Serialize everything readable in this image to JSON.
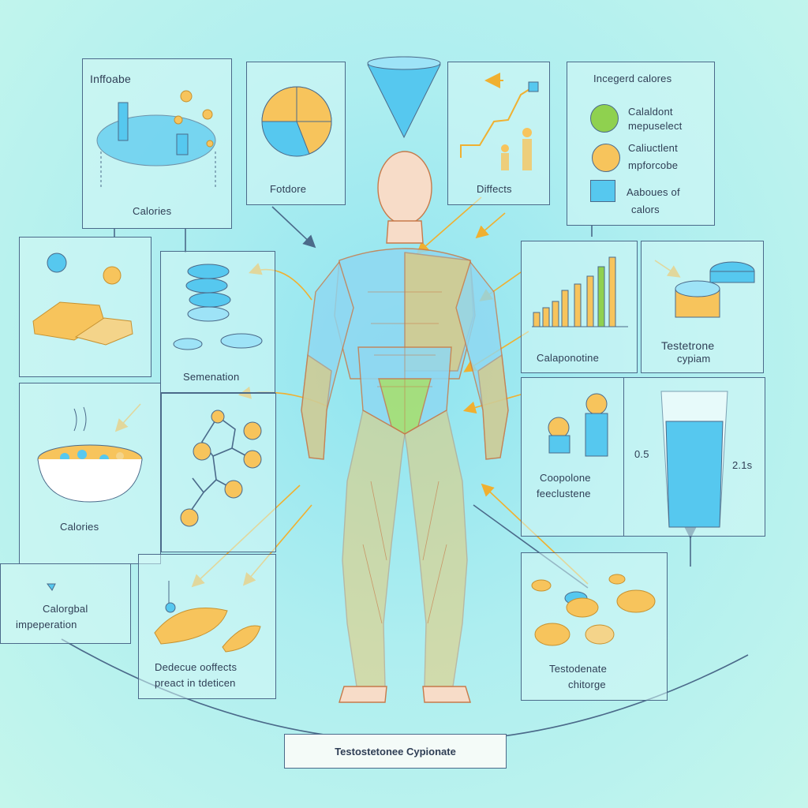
{
  "title": "Testostetonee Cypionate",
  "panels": {
    "calories_top": {
      "heading": "Inffoabe",
      "caption": "Calories"
    },
    "fotdore": {
      "caption": "Fotdore"
    },
    "diffects": {
      "caption": "Diffects"
    },
    "legend": {
      "heading": "Incegerd calores",
      "items": [
        {
          "line1": "Calaldont",
          "line2": "mepuselect",
          "color": "#8fd14f"
        },
        {
          "line1": "Caliuctlent",
          "line2": "mpforcobe",
          "color": "#f7c45c"
        },
        {
          "line1": "Aaboues of",
          "line2": "calors",
          "color": "#56c8ef"
        }
      ]
    },
    "semenation": {
      "caption": "Semenation"
    },
    "calaponotine": {
      "caption": "Calaponotine"
    },
    "testetrone": {
      "line1": "Testetrone",
      "line2": "cypiam"
    },
    "calories_bowl": {
      "caption": "Calories"
    },
    "coopolone": {
      "line1": "Coopolone",
      "line2": "feeclustene",
      "left_value": "0.5",
      "right_value": "2.1s"
    },
    "calorgbal": {
      "line1": "Calorgbal",
      "line2": "impeperation"
    },
    "dedecue": {
      "line1": "Dedecue ooffects",
      "line2": "preact in tdeticen"
    },
    "testodenate": {
      "line1": "Testodenate",
      "line2": "chitorge"
    }
  },
  "colors": {
    "blue": "#56c8ef",
    "orange": "#f7c45c",
    "green": "#8fd14f",
    "outline": "#4b6a8a"
  }
}
